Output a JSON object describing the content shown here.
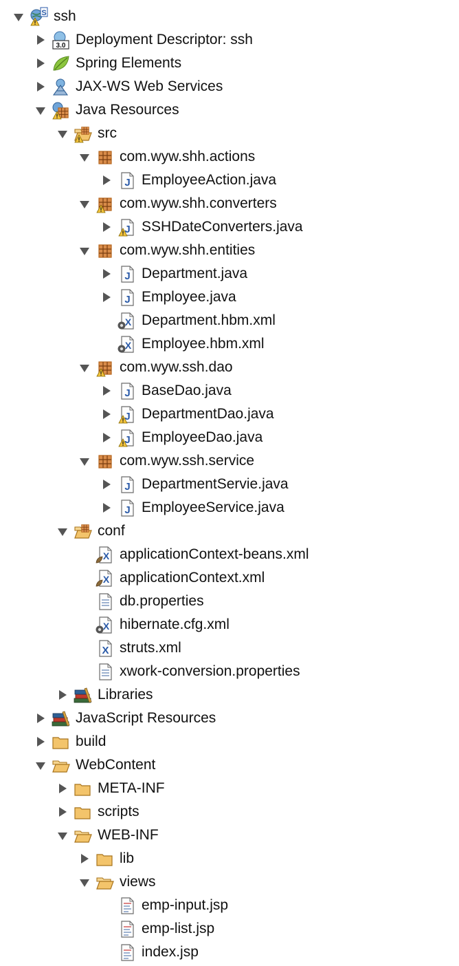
{
  "colors": {
    "text": "#111111",
    "twisty": "#555555",
    "folder": "#f3c46b",
    "package": "#b5651d",
    "java": "#2a5aa8",
    "warning": "#f3c33b"
  },
  "tree": [
    {
      "id": "ssh-project",
      "label": "ssh",
      "depth": 0,
      "twisty": "open",
      "icon": "web-project-icon",
      "warn": true
    },
    {
      "id": "deployment-descriptor",
      "label": "Deployment Descriptor: ssh",
      "depth": 1,
      "twisty": "closed",
      "icon": "deployment-descriptor-icon",
      "badge": "3.0"
    },
    {
      "id": "spring-elements",
      "label": "Spring Elements",
      "depth": 1,
      "twisty": "closed",
      "icon": "spring-leaf-icon"
    },
    {
      "id": "jax-ws",
      "label": "JAX-WS Web Services",
      "depth": 1,
      "twisty": "closed",
      "icon": "web-services-icon"
    },
    {
      "id": "java-resources",
      "label": "Java Resources",
      "depth": 1,
      "twisty": "open",
      "icon": "java-resources-icon",
      "warn": true
    },
    {
      "id": "src",
      "label": "src",
      "depth": 2,
      "twisty": "open",
      "icon": "source-folder-icon",
      "warn": true
    },
    {
      "id": "pkg-actions",
      "label": "com.wyw.shh.actions",
      "depth": 3,
      "twisty": "open",
      "icon": "package-icon"
    },
    {
      "id": "employee-action",
      "label": "EmployeeAction.java",
      "depth": 4,
      "twisty": "closed",
      "icon": "java-file-icon"
    },
    {
      "id": "pkg-converters",
      "label": "com.wyw.shh.converters",
      "depth": 3,
      "twisty": "open",
      "icon": "package-icon",
      "warn": true
    },
    {
      "id": "ssh-date-converters",
      "label": "SSHDateConverters.java",
      "depth": 4,
      "twisty": "closed",
      "icon": "java-file-icon",
      "warn": true
    },
    {
      "id": "pkg-entities",
      "label": "com.wyw.shh.entities",
      "depth": 3,
      "twisty": "open",
      "icon": "package-icon"
    },
    {
      "id": "department-java",
      "label": "Department.java",
      "depth": 4,
      "twisty": "closed",
      "icon": "java-file-icon"
    },
    {
      "id": "employee-java",
      "label": "Employee.java",
      "depth": 4,
      "twisty": "closed",
      "icon": "java-file-icon"
    },
    {
      "id": "department-hbm",
      "label": "Department.hbm.xml",
      "depth": 4,
      "twisty": "none",
      "icon": "hibernate-xml-icon"
    },
    {
      "id": "employee-hbm",
      "label": "Employee.hbm.xml",
      "depth": 4,
      "twisty": "none",
      "icon": "hibernate-xml-icon"
    },
    {
      "id": "pkg-dao",
      "label": "com.wyw.ssh.dao",
      "depth": 3,
      "twisty": "open",
      "icon": "package-icon",
      "warn": true
    },
    {
      "id": "base-dao",
      "label": "BaseDao.java",
      "depth": 4,
      "twisty": "closed",
      "icon": "java-file-icon"
    },
    {
      "id": "department-dao",
      "label": "DepartmentDao.java",
      "depth": 4,
      "twisty": "closed",
      "icon": "java-file-icon",
      "warn": true
    },
    {
      "id": "employee-dao",
      "label": "EmployeeDao.java",
      "depth": 4,
      "twisty": "closed",
      "icon": "java-file-icon",
      "warn": true
    },
    {
      "id": "pkg-service",
      "label": "com.wyw.ssh.service",
      "depth": 3,
      "twisty": "open",
      "icon": "package-icon"
    },
    {
      "id": "department-servie",
      "label": "DepartmentServie.java",
      "depth": 4,
      "twisty": "closed",
      "icon": "java-file-icon"
    },
    {
      "id": "employee-service",
      "label": "EmployeeService.java",
      "depth": 4,
      "twisty": "closed",
      "icon": "java-file-icon"
    },
    {
      "id": "conf",
      "label": "conf",
      "depth": 2,
      "twisty": "open",
      "icon": "source-folder-icon"
    },
    {
      "id": "app-context-beans",
      "label": "applicationContext-beans.xml",
      "depth": 3,
      "twisty": "none",
      "icon": "spring-xml-icon"
    },
    {
      "id": "app-context",
      "label": "applicationContext.xml",
      "depth": 3,
      "twisty": "none",
      "icon": "spring-xml-icon"
    },
    {
      "id": "db-properties",
      "label": "db.properties",
      "depth": 3,
      "twisty": "none",
      "icon": "properties-file-icon"
    },
    {
      "id": "hibernate-cfg",
      "label": "hibernate.cfg.xml",
      "depth": 3,
      "twisty": "none",
      "icon": "hibernate-xml-icon"
    },
    {
      "id": "struts-xml",
      "label": "struts.xml",
      "depth": 3,
      "twisty": "none",
      "icon": "xml-file-icon"
    },
    {
      "id": "xwork-conversion",
      "label": "xwork-conversion.properties",
      "depth": 3,
      "twisty": "none",
      "icon": "properties-file-icon"
    },
    {
      "id": "libraries",
      "label": "Libraries",
      "depth": 2,
      "twisty": "closed",
      "icon": "libraries-icon"
    },
    {
      "id": "javascript-resources",
      "label": "JavaScript Resources",
      "depth": 1,
      "twisty": "closed",
      "icon": "libraries-icon"
    },
    {
      "id": "build",
      "label": "build",
      "depth": 1,
      "twisty": "closed",
      "icon": "folder-icon"
    },
    {
      "id": "webcontent",
      "label": "WebContent",
      "depth": 1,
      "twisty": "open",
      "icon": "folder-open-icon"
    },
    {
      "id": "meta-inf",
      "label": "META-INF",
      "depth": 2,
      "twisty": "closed",
      "icon": "folder-icon"
    },
    {
      "id": "scripts",
      "label": "scripts",
      "depth": 2,
      "twisty": "closed",
      "icon": "folder-icon"
    },
    {
      "id": "web-inf",
      "label": "WEB-INF",
      "depth": 2,
      "twisty": "open",
      "icon": "folder-open-icon"
    },
    {
      "id": "lib",
      "label": "lib",
      "depth": 3,
      "twisty": "closed",
      "icon": "folder-icon"
    },
    {
      "id": "views",
      "label": "views",
      "depth": 3,
      "twisty": "open",
      "icon": "folder-open-icon"
    },
    {
      "id": "emp-input-jsp",
      "label": "emp-input.jsp",
      "depth": 4,
      "twisty": "none",
      "icon": "jsp-file-icon"
    },
    {
      "id": "emp-list-jsp",
      "label": "emp-list.jsp",
      "depth": 4,
      "twisty": "none",
      "icon": "jsp-file-icon"
    },
    {
      "id": "index-jsp",
      "label": "index.jsp",
      "depth": 4,
      "twisty": "none",
      "icon": "jsp-file-icon"
    }
  ]
}
